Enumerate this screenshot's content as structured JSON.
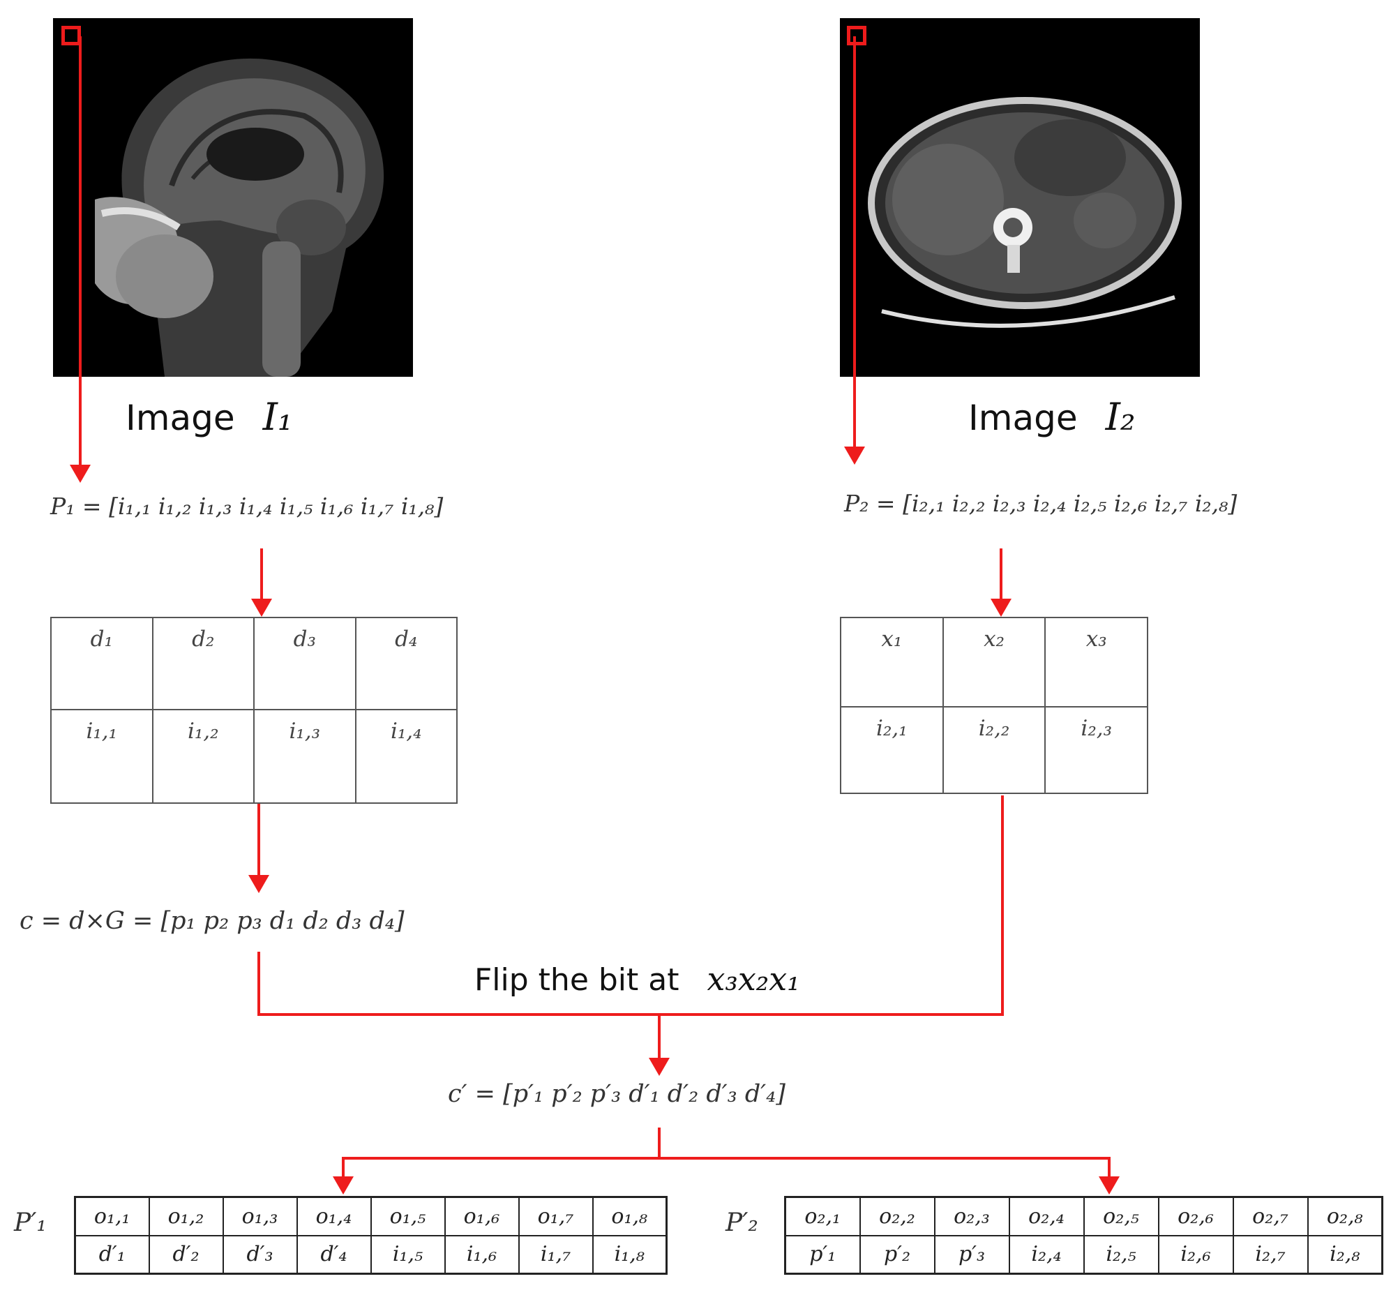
{
  "left": {
    "caption": "Image",
    "symbol": "I₁",
    "vector": "P₁ = [i₁,₁  i₁,₂  i₁,₃  i₁,₄  i₁,₅  i₁,₆  i₁,₇  i₁,₈]",
    "table_top": [
      "d₁",
      "d₂",
      "d₃",
      "d₄"
    ],
    "table_bottom": [
      "i₁,₁",
      "i₁,₂",
      "i₁,₃",
      "i₁,₄"
    ],
    "codeword": "c = d×G = [p₁  p₂  p₃  d₁  d₂  d₃  d₄]"
  },
  "right": {
    "caption": "Image",
    "symbol": "I₂",
    "vector": "P₂ = [i₂,₁  i₂,₂  i₂,₃  i₂,₄  i₂,₅  i₂,₆  i₂,₇  i₂,₈]",
    "table_top": [
      "x₁",
      "x₂",
      "x₃"
    ],
    "table_bottom": [
      "i₂,₁",
      "i₂,₂",
      "i₂,₃"
    ]
  },
  "flip": {
    "label": "Flip the bit at",
    "symbol": "x₃x₂x₁"
  },
  "modified_codeword": "c′ = [p′₁  p′₂  p′₃  d′₁  d′₂  d′₃  d′₄]",
  "out1": {
    "label": "P′₁",
    "top": [
      "o₁,₁",
      "o₁,₂",
      "o₁,₃",
      "o₁,₄",
      "o₁,₅",
      "o₁,₆",
      "o₁,₇",
      "o₁,₈"
    ],
    "bottom": [
      "d′₁",
      "d′₂",
      "d′₃",
      "d′₄",
      "i₁,₅",
      "i₁,₆",
      "i₁,₇",
      "i₁,₈"
    ]
  },
  "out2": {
    "label": "P′₂",
    "top": [
      "o₂,₁",
      "o₂,₂",
      "o₂,₃",
      "o₂,₄",
      "o₂,₅",
      "o₂,₆",
      "o₂,₇",
      "o₂,₈"
    ],
    "bottom": [
      "p′₁",
      "p′₂",
      "p′₃",
      "i₂,₄",
      "i₂,₅",
      "i₂,₆",
      "i₂,₇",
      "i₂,₈"
    ]
  },
  "colors": {
    "arrow": "#ee1c1c",
    "scan_background": "#000000"
  }
}
